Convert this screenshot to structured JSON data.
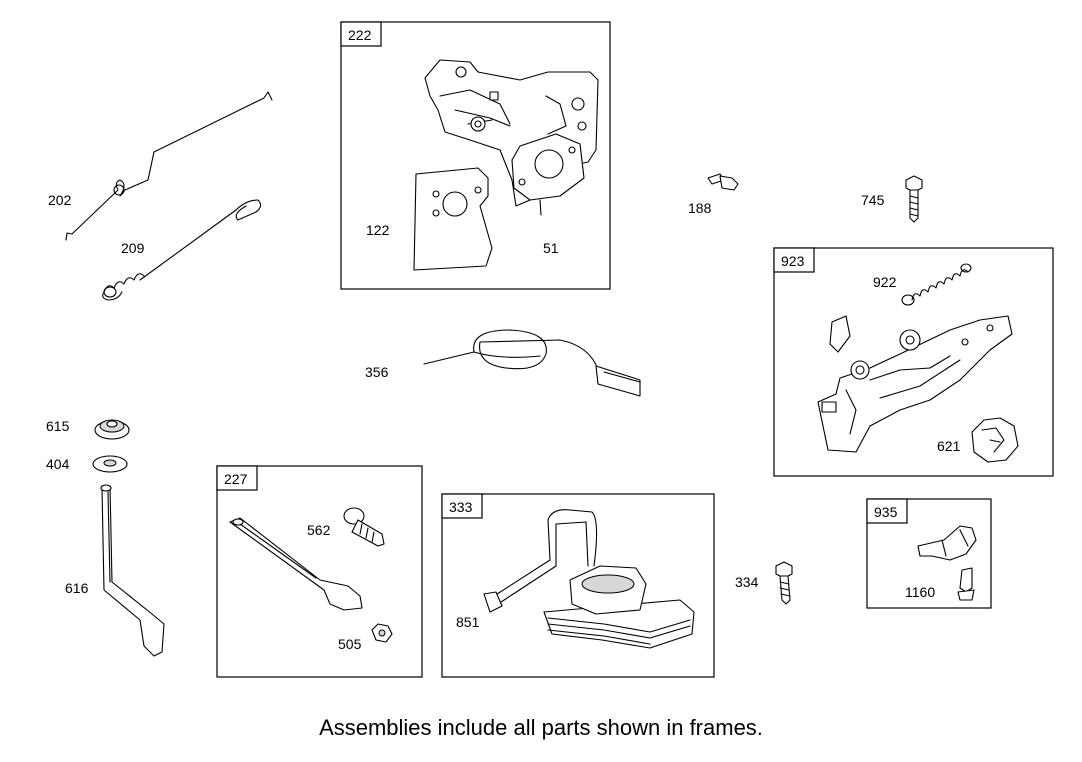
{
  "frames": {
    "f222": "222",
    "f923": "923",
    "f227": "227",
    "f333": "333",
    "f935": "935"
  },
  "parts": {
    "p202": "202",
    "p209": "209",
    "p122": "122",
    "p51": "51",
    "p188": "188",
    "p745": "745",
    "p922": "922",
    "p621": "621",
    "p356": "356",
    "p615": "615",
    "p404": "404",
    "p616": "616",
    "p562": "562",
    "p505": "505",
    "p851": "851",
    "p334": "334",
    "p1160": "1160"
  },
  "caption": "Assemblies include all parts shown in frames."
}
